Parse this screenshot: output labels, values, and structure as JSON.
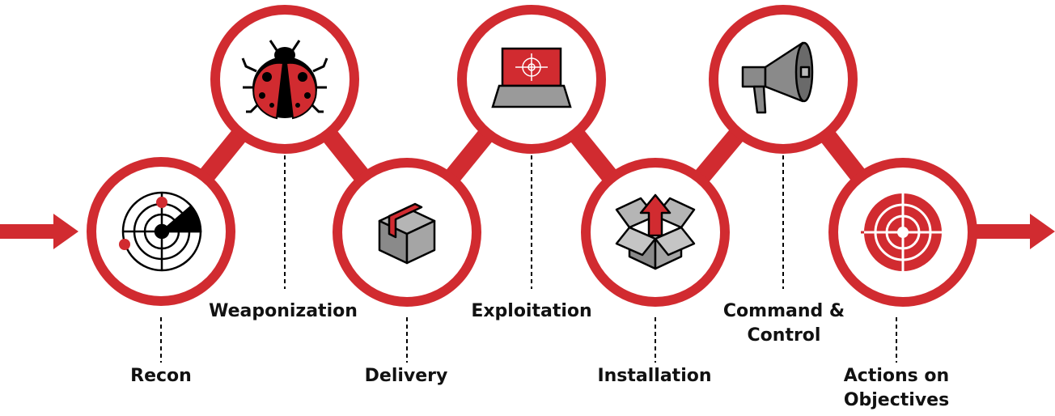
{
  "colors": {
    "accent": "#d12b30",
    "icon_gray": "#8a8a8a",
    "ink": "#000000"
  },
  "stages": [
    {
      "label": "Recon",
      "icon": "radar-icon"
    },
    {
      "label": "Weaponization",
      "icon": "bug-icon"
    },
    {
      "label": "Delivery",
      "icon": "package-icon"
    },
    {
      "label": "Exploitation",
      "icon": "laptop-target-icon"
    },
    {
      "label": "Installation",
      "icon": "open-box-upload-icon"
    },
    {
      "label": "Command &\nControl",
      "icon": "megaphone-icon"
    },
    {
      "label": "Actions on\nObjectives",
      "icon": "target-icon"
    }
  ]
}
